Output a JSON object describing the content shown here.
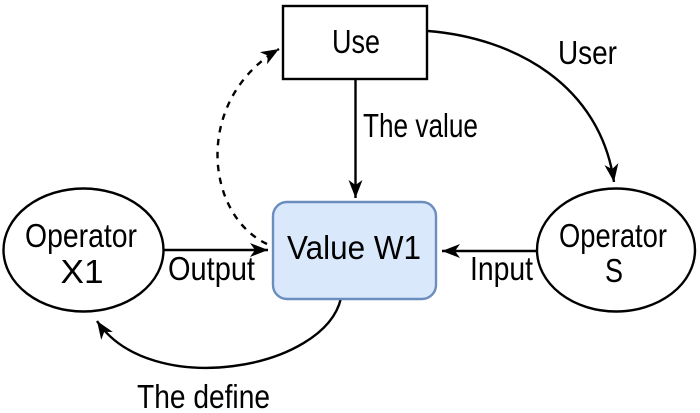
{
  "diagram": {
    "type": "flow-diagram",
    "background": "#ffffff",
    "colors": {
      "line": "#000000",
      "text": "#000000",
      "plain_node_fill": "#ffffff",
      "plain_node_stroke": "#000000",
      "value_node_fill": "#dae8fc",
      "value_node_stroke": "#6c8ebf"
    },
    "nodes": {
      "use": {
        "label": "Use",
        "shape": "rectangle"
      },
      "value_w1": {
        "label": "Value W1",
        "shape": "rounded-rectangle"
      },
      "operator_x1": {
        "label_line1": "Operator",
        "label_line2": "X1",
        "shape": "ellipse"
      },
      "operator_s": {
        "label_line1": "Operator",
        "label_line2": "S",
        "shape": "ellipse"
      }
    },
    "edges": {
      "user": {
        "label": "User",
        "from": "use",
        "to": "operator_s",
        "line": "solid-curve"
      },
      "the_value": {
        "label": "The value",
        "from": "use",
        "to": "value_w1",
        "line": "solid-straight"
      },
      "output": {
        "label": "Output",
        "from": "operator_x1",
        "to": "value_w1",
        "line": "solid-straight"
      },
      "input": {
        "label": "Input",
        "from": "operator_s",
        "to": "value_w1",
        "line": "solid-straight"
      },
      "the_define": {
        "label": "The define",
        "from": "value_w1",
        "to": "operator_x1",
        "line": "solid-curve"
      },
      "use_feedback": {
        "label": "",
        "from": "value_w1",
        "to": "use",
        "line": "dashed-curve"
      }
    }
  }
}
